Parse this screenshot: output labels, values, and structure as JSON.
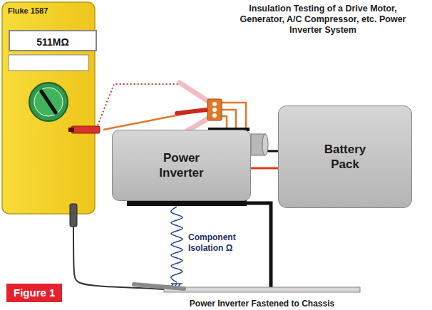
{
  "diagram": {
    "title": "Insulation Testing of a Drive Motor, Generator, A/C Compressor, etc. Power Inverter System",
    "caption": "Figure 1",
    "nodes": [
      {
        "text": [
          "Fluke 1587",
          "511MΩ"
        ]
      },
      {
        "text": [
          "Power Inverter"
        ]
      },
      {
        "text": [
          "Battery Pack"
        ]
      },
      {
        "text": [
          "Power Inverter Fastened to Chassis"
        ]
      }
    ],
    "edges": [
      {
        "from": 0,
        "to": 1,
        "arrow": "none"
      },
      {
        "from": 1,
        "to": 2,
        "arrow": "none"
      },
      {
        "from": 1,
        "to": 2,
        "arrow": "none"
      },
      {
        "from": 1,
        "to": 3,
        "arrow": "none"
      },
      {
        "from": 0,
        "to": 3,
        "arrow": "none"
      }
    ],
    "labels": [
      "Component Isolation Ω"
    ]
  }
}
